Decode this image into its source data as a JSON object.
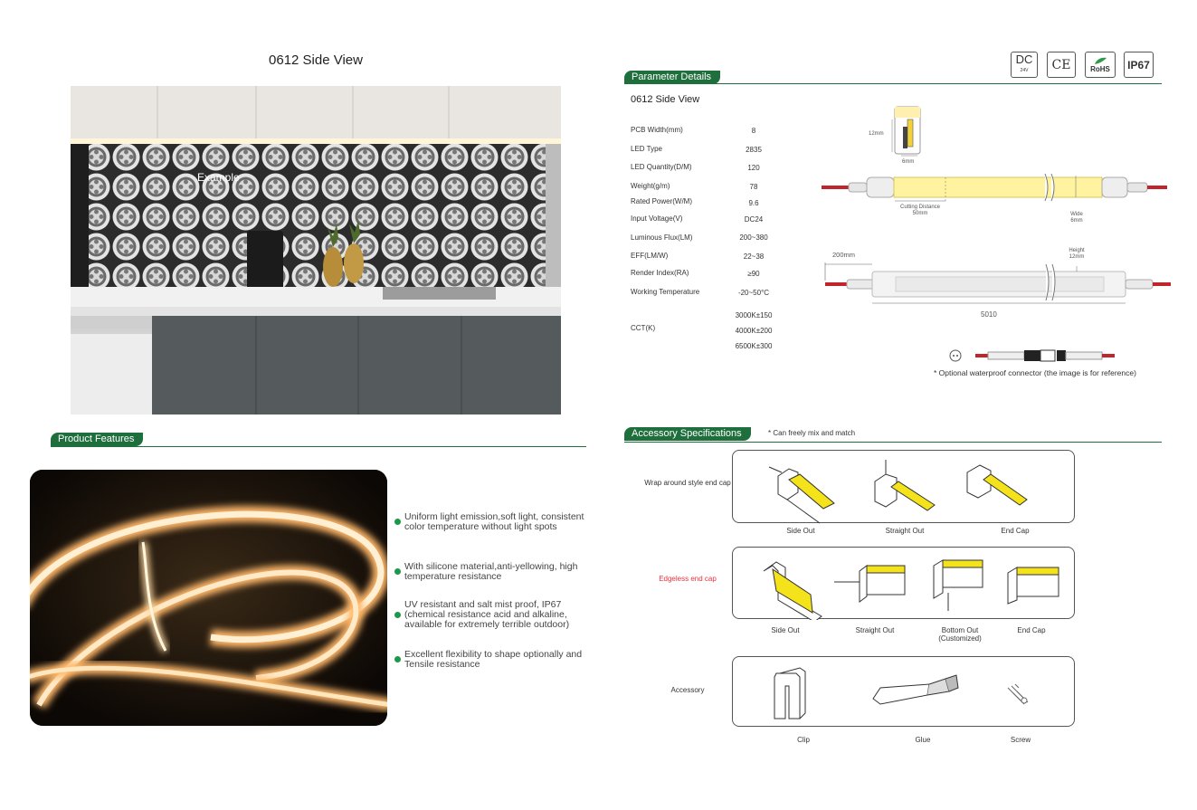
{
  "left": {
    "title": "0612 Side View",
    "photo_caption": "Example",
    "features_tab": "Product Features",
    "features": [
      "Uniform light emission,soft light, consistent color temperature without light spots",
      "With silicone material,anti-yellowing, high temperature resistance",
      "UV resistant and salt mist proof, IP67 (chemical resistance acid and alkaline, available for extremely terrible outdoor)",
      "Excellent flexibility to shape optionally and Tensile resistance"
    ]
  },
  "certs": {
    "dc": "DC",
    "dc_sub": "24V",
    "ce": "CE",
    "rohs": "RoHS",
    "ip": "IP67"
  },
  "params": {
    "tab": "Parameter Details",
    "subtitle": "0612 Side View",
    "rows": [
      {
        "label": "PCB Width(mm)",
        "value": "8"
      },
      {
        "label": "LED Type",
        "value": "2835"
      },
      {
        "label": "LED Quantity(D/M)",
        "value": "120"
      },
      {
        "label": "Weight(g/m)",
        "value": "78"
      },
      {
        "label": "Rated Power(W/M)",
        "value": "9.6"
      },
      {
        "label": "Input Voltage(V)",
        "value": "DC24"
      },
      {
        "label": "Luminous Flux(LM)",
        "value": "200~380"
      },
      {
        "label": "EFF(LM/W)",
        "value": "22~38"
      },
      {
        "label": "Render Index(RA)",
        "value": "≥90"
      },
      {
        "label": "Working Temperature",
        "value": "-20~50°C"
      }
    ],
    "cct_label": "CCT(K)",
    "cct_values": [
      "3000K±150",
      "4000K±200",
      "6500K±300"
    ]
  },
  "drawing": {
    "h12": "12mm",
    "w6": "6mm",
    "cut_label": "Cutting Distance",
    "cut_value": "50mm",
    "wide_label": "Wide",
    "wide_value": "6mm",
    "height_label": "Height",
    "height_value": "12mm",
    "lead": "200mm",
    "length": "5010",
    "connector_note": "* Optional waterproof connector (the image is for reference)"
  },
  "accessories": {
    "tab": "Accessory Specifications",
    "note": "* Can freely mix and match",
    "rows": [
      {
        "label": "Wrap around style end cap",
        "items": [
          "Side Out",
          "Straight Out",
          "End Cap"
        ]
      },
      {
        "label": "Edgeless end cap",
        "items": [
          "Side Out",
          "Straight Out",
          "Bottom Out (Customized)",
          "End Cap"
        ]
      },
      {
        "label": "Accessory",
        "items": [
          "Clip",
          "Glue",
          "Screw"
        ]
      }
    ],
    "red_label_color": "#e8323c"
  },
  "colors": {
    "brand_green": "#1f6f3c",
    "bullet_green": "#1a9a49",
    "led_yellow": "#fff3a0",
    "cap_yellow": "#f4e21a"
  }
}
